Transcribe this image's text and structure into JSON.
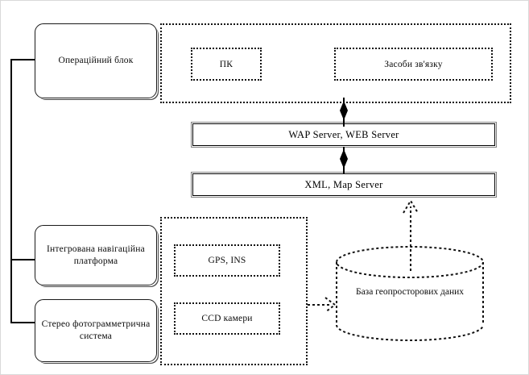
{
  "diagram": {
    "title": "",
    "colors": {
      "stroke": "#111111",
      "fill": "#ffffff",
      "text": "#0a0a0a",
      "frame": "#d9d9d9"
    },
    "blocks": {
      "operational_unit": "Операційний блок",
      "pc": "ПК",
      "comm_tools": "Засоби зв'язку",
      "wap_web_server": "WAP Server, WEB Server",
      "xml_map_server": "XML, Map Server",
      "nav_platform": "Інтегрована навігаційна платформа",
      "gps_ins": "GPS, INS",
      "stereo_system": "Стерео фотограмметрична система",
      "ccd_cameras": "CCD камери",
      "geodatabase": "База геопросторових даних"
    },
    "connectors": [
      {
        "name": "comm-to-wap",
        "style": "solid-diamond",
        "direction": "down"
      },
      {
        "name": "wap-to-xml",
        "style": "solid-diamond",
        "direction": "down"
      },
      {
        "name": "db-to-xml",
        "style": "dotted-arrow",
        "direction": "up"
      },
      {
        "name": "sensors-to-db",
        "style": "dotted-arrow",
        "direction": "right"
      },
      {
        "name": "left-bus",
        "style": "solid-line",
        "direction": "vertical"
      }
    ]
  }
}
